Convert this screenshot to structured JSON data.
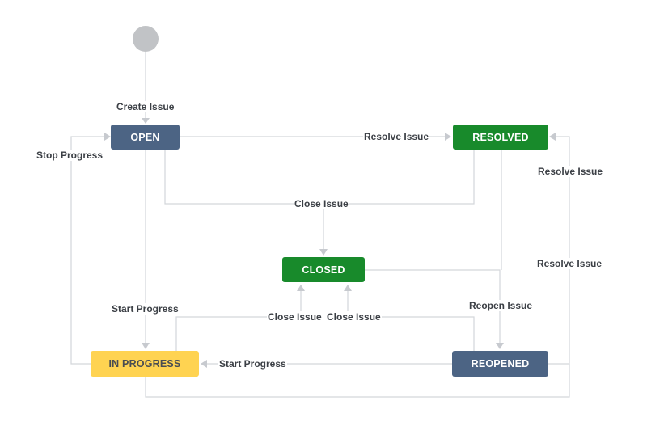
{
  "colors": {
    "open": "#4c6484",
    "resolved": "#188a2b",
    "closed": "#188a2b",
    "in_progress": "#ffd351",
    "reopened": "#4c6484",
    "start": "#c1c3c6",
    "edge": "#d3d6da"
  },
  "states": {
    "open": "OPEN",
    "resolved": "RESOLVED",
    "closed": "CLOSED",
    "in_progress": "IN PROGRESS",
    "reopened": "REOPENED"
  },
  "transitions": {
    "create_issue": "Create Issue",
    "open_resolve": "Resolve Issue",
    "stop_progress": "Stop Progress",
    "open_resolved_close": "Close Issue",
    "start_progress_open": "Start Progress",
    "inprogress_close": "Close Issue",
    "reopened_close": "Close Issue",
    "reopen_issue": "Reopen Issue",
    "start_progress_reopened": "Start Progress",
    "inprogress_resolve": "Resolve Issue",
    "reopened_resolve": "Resolve Issue"
  }
}
